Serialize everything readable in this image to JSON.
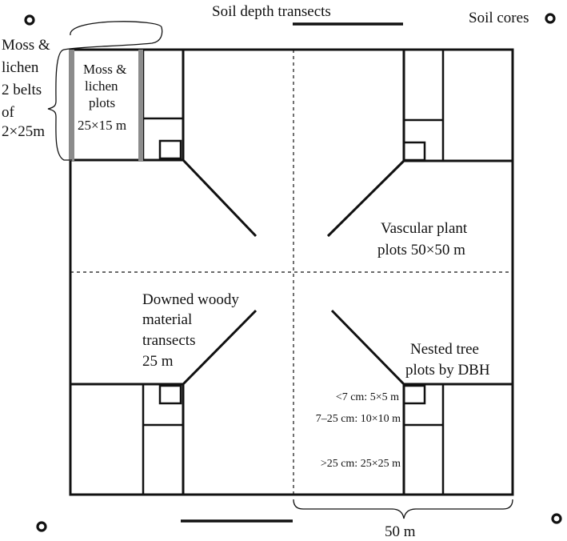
{
  "labels": {
    "soil_depth_transects": "Soil depth transects",
    "soil_cores": "Soil cores",
    "moss_belts": [
      "Moss &",
      "lichen",
      "2 belts",
      "of",
      "2×25m"
    ],
    "moss_plots": [
      "Moss &",
      "lichen",
      "plots",
      "25×15 m"
    ],
    "vascular": [
      "Vascular plant",
      "plots 50×50 m"
    ],
    "downed_woody": [
      "Downed woody",
      "material",
      "transects",
      "25 m"
    ],
    "nested_tree": [
      "Nested tree",
      "plots by DBH"
    ],
    "dbh_small": "<7 cm: 5×5 m",
    "dbh_medium": "7–25 cm: 10×10 m",
    "dbh_large": ">25 cm: 25×25 m",
    "scale_50m": "50 m"
  },
  "colors": {
    "line": "#111111",
    "belt": "#8c8c8c",
    "background": "#ffffff"
  }
}
